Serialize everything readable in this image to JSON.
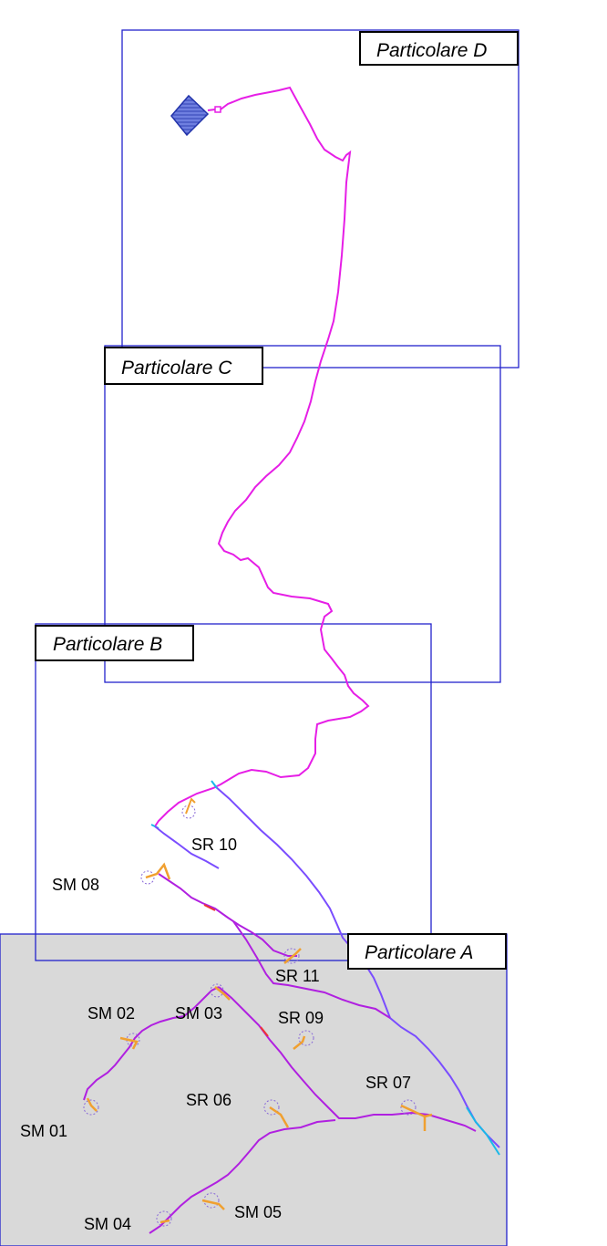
{
  "colors": {
    "shaded_area": "#d9d9d9",
    "frame": "#2222cc",
    "main_route": "#e61ee6",
    "branch_route": "#7a4dff",
    "site_circle": "#8a6ad8",
    "site_marker": "#f0a030",
    "water": "#1ab8e8",
    "building": "#3344cc"
  },
  "details": [
    {
      "label": "Particolare D"
    },
    {
      "label": "Particolare C"
    },
    {
      "label": "Particolare B"
    },
    {
      "label": "Particolare A"
    }
  ],
  "sites": [
    {
      "label": "SR 10"
    },
    {
      "label": "SM 08"
    },
    {
      "label": "SR 11"
    },
    {
      "label": "SM 02"
    },
    {
      "label": "SM 03"
    },
    {
      "label": "SR 09"
    },
    {
      "label": "SR 07"
    },
    {
      "label": "SR 06"
    },
    {
      "label": "SM 01"
    },
    {
      "label": "SM 04"
    },
    {
      "label": "SM 05"
    }
  ]
}
